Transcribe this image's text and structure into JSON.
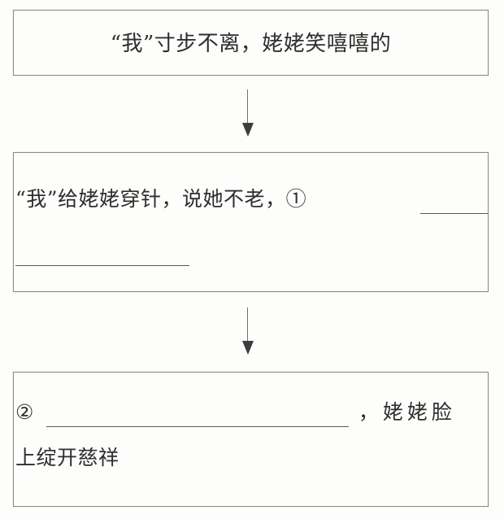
{
  "document": {
    "type": "flowchart",
    "orientation": "vertical",
    "box_count": 3,
    "arrow_count": 2,
    "background_color": "#fdfdfb",
    "border_color": "#8a8a8a",
    "text_color": "#2e2e2e",
    "rule_color": "#4a4a4a"
  },
  "boxes": [
    {
      "id": "box-1",
      "lines": [
        {
          "text": "“我”寸步不离，姥姥笑嘻嘻的"
        }
      ]
    },
    {
      "id": "box-2",
      "lines": [
        {
          "text": "“我”给姥姥穿针，说她不老，①"
        },
        {
          "text": ""
        }
      ],
      "blanks": [
        {
          "marker": "①",
          "segments": 2
        }
      ]
    },
    {
      "id": "box-3",
      "lines": [
        {
          "prefix": "②",
          "suffix": "，姥姥脸"
        },
        {
          "text": "上绽开慈祥"
        }
      ],
      "blanks": [
        {
          "marker": "②",
          "segments": 1
        }
      ]
    }
  ],
  "arrows": [
    {
      "id": "arrow-1",
      "from": "box-1",
      "to": "box-2",
      "direction": "down",
      "glyph": "down-arrow"
    },
    {
      "id": "arrow-2",
      "from": "box-2",
      "to": "box-3",
      "direction": "down",
      "glyph": "down-arrow"
    }
  ]
}
